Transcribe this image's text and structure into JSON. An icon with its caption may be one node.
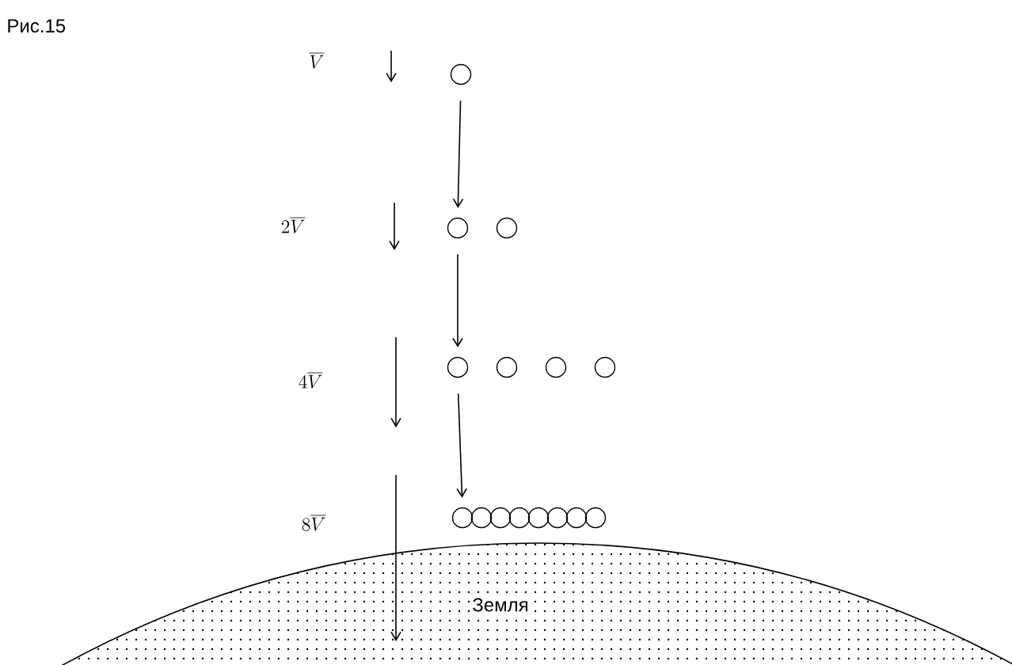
{
  "diagram": {
    "title": "Рис.15",
    "nodes": [
      {
        "text": [],
        "shape": "circle"
      },
      {
        "text": [],
        "shape": "circle"
      },
      {
        "text": [],
        "shape": "circle"
      },
      {
        "text": [],
        "shape": "circle"
      },
      {
        "text": [],
        "shape": "circle"
      },
      {
        "text": [],
        "shape": "circle"
      },
      {
        "text": [],
        "shape": "circle"
      },
      {
        "text": [],
        "shape": "circle"
      },
      {
        "text": [],
        "shape": "circle"
      },
      {
        "text": [],
        "shape": "circle"
      },
      {
        "text": [],
        "shape": "circle"
      },
      {
        "text": [],
        "shape": "circle"
      },
      {
        "text": [],
        "shape": "circle"
      },
      {
        "text": [],
        "shape": "circle"
      },
      {
        "text": [],
        "shape": "circle"
      },
      {
        "text": [
          "Земля"
        ]
      }
    ],
    "edges": [
      {
        "from": 0,
        "to": 1,
        "arrow": "to"
      },
      {
        "from": 1,
        "to": 3,
        "arrow": "to"
      },
      {
        "from": 3,
        "to": 7,
        "arrow": "to"
      }
    ],
    "labels": [
      "\\overline{V}",
      "2\\overline{V}",
      "4\\overline{V}",
      "8\\overline{V}"
    ]
  }
}
